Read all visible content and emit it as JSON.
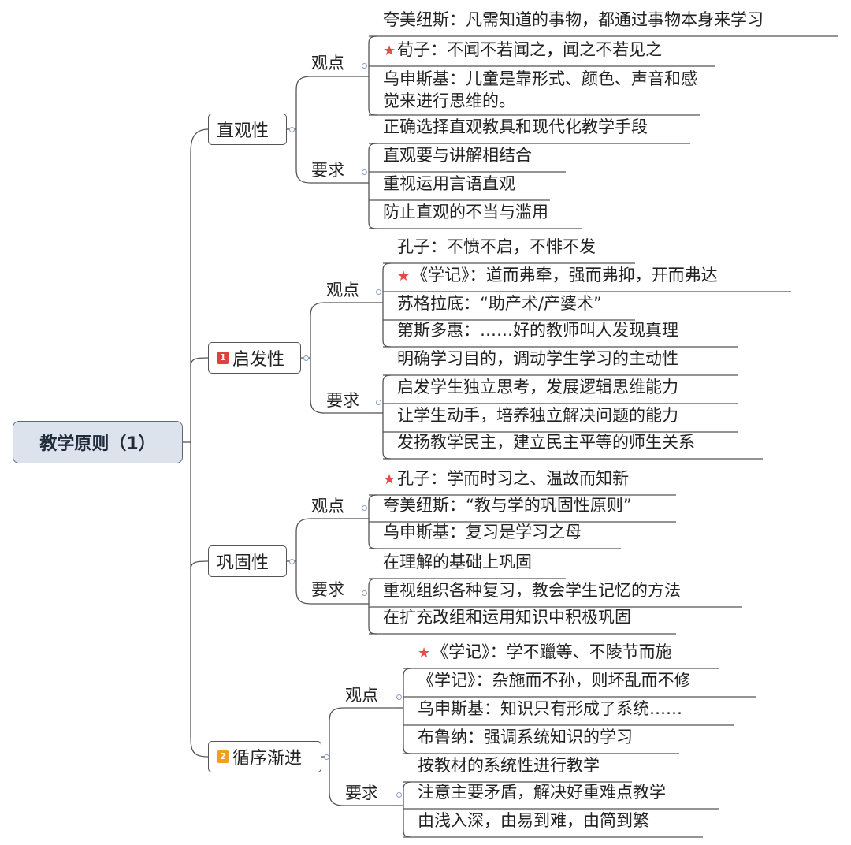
{
  "root": {
    "label": "教学原则（1）"
  },
  "colors": {
    "star": "#e84a4a",
    "badge1": "#e04040",
    "badge2": "#f0a020",
    "line": "#555555"
  },
  "topics": [
    {
      "label": "直观性",
      "badge": "",
      "groups": [
        {
          "label": "观点",
          "items": [
            {
              "text": "夸美纽斯：凡需知道的事物，都通过事物本身来学习",
              "star": false
            },
            {
              "text": "荀子：不闻不若闻之，闻之不若见之",
              "star": true
            },
            {
              "text": "乌申斯基：儿童是靠形式、颜色、声音和感觉来进行思维的。",
              "star": false
            }
          ]
        },
        {
          "label": "要求",
          "items": [
            {
              "text": "正确选择直观教具和现代化教学手段",
              "star": false
            },
            {
              "text": "直观要与讲解相结合",
              "star": false
            },
            {
              "text": "重视运用言语直观",
              "star": false
            },
            {
              "text": "防止直观的不当与滥用",
              "star": false
            }
          ]
        }
      ]
    },
    {
      "label": "启发性",
      "badge": "1",
      "groups": [
        {
          "label": "观点",
          "items": [
            {
              "text": "孔子：不愤不启，不悱不发",
              "star": false
            },
            {
              "text": "《学记》：道而弗牵，强而弗抑，开而弗达",
              "star": true
            },
            {
              "text": "苏格拉底：“助产术/产婆术”",
              "star": false
            },
            {
              "text": "第斯多惠：……好的教师叫人发现真理",
              "star": false
            }
          ]
        },
        {
          "label": "要求",
          "items": [
            {
              "text": "明确学习目的，调动学生学习的主动性",
              "star": false
            },
            {
              "text": "启发学生独立思考，发展逻辑思维能力",
              "star": false
            },
            {
              "text": "让学生动手，培养独立解决问题的能力",
              "star": false
            },
            {
              "text": "发扬教学民主，建立民主平等的师生关系",
              "star": false
            }
          ]
        }
      ]
    },
    {
      "label": "巩固性",
      "badge": "",
      "groups": [
        {
          "label": "观点",
          "items": [
            {
              "text": "孔子：学而时习之、温故而知新",
              "star": true
            },
            {
              "text": "夸美纽斯：“教与学的巩固性原则”",
              "star": false
            },
            {
              "text": "乌申斯基：复习是学习之母",
              "star": false
            }
          ]
        },
        {
          "label": "要求",
          "items": [
            {
              "text": "在理解的基础上巩固",
              "star": false
            },
            {
              "text": "重视组织各种复习，教会学生记忆的方法",
              "star": false
            },
            {
              "text": "在扩充改组和运用知识中积极巩固",
              "star": false
            }
          ]
        }
      ]
    },
    {
      "label": "循序渐进",
      "badge": "2",
      "groups": [
        {
          "label": "观点",
          "items": [
            {
              "text": "《学记》：学不躐等、不陵节而施",
              "star": true
            },
            {
              "text": "《学记》：杂施而不孙，则坏乱而不修",
              "star": false
            },
            {
              "text": "乌申斯基：知识只有形成了系统……",
              "star": false
            },
            {
              "text": "布鲁纳：强调系统知识的学习",
              "star": false
            }
          ]
        },
        {
          "label": "要求",
          "items": [
            {
              "text": "按教材的系统性进行教学",
              "star": false
            },
            {
              "text": "注意主要矛盾，解决好重难点教学",
              "star": false
            },
            {
              "text": "由浅入深，由易到难，由简到繁",
              "star": false
            }
          ]
        }
      ]
    }
  ]
}
